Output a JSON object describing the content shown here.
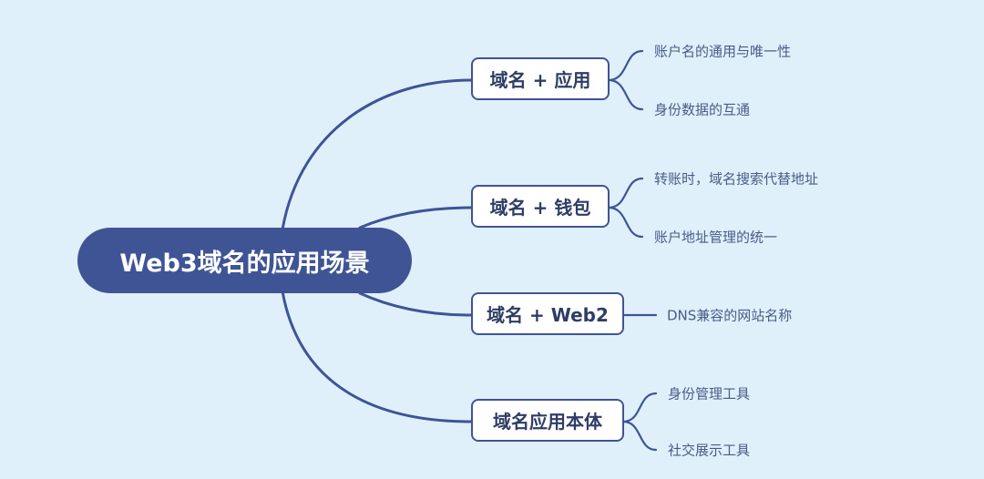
{
  "root": {
    "label": "Web3域名的应用场景"
  },
  "branches": [
    {
      "label": "域名 + 应用",
      "leaves": [
        "账户名的通用与唯一性",
        "身份数据的互通"
      ]
    },
    {
      "label": "域名 + 钱包",
      "leaves": [
        "转账时，域名搜索代替地址",
        "账户地址管理的统一"
      ]
    },
    {
      "label": "域名 + Web2",
      "leaves": [
        "DNS兼容的网站名称"
      ]
    },
    {
      "label": "域名应用本体",
      "leaves": [
        "身份管理工具",
        "社交展示工具"
      ]
    }
  ],
  "colors": {
    "background": "#dff0fb",
    "accent": "#3f5495"
  }
}
